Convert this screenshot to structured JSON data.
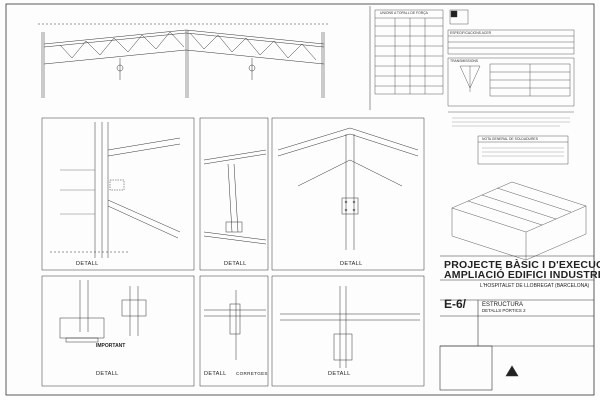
{
  "sheet": {
    "main_title": "PROJECTE BÀSIC I D'EXECUCIÓ",
    "subtitle": "AMPLIACIÓ EDIFICI INDUSTRIAL",
    "location": "L'HOSPITALET DE LLOBREGAT (BARCELONA)",
    "discipline": "ESTRUCTURA",
    "drawing_title": "DETALLS PÒRTICS 2",
    "sheet_number": "E-6/"
  },
  "tables": {
    "load_table_title": "UNIONS A TOPALL DE FORÇA",
    "steel_table_title": "ESPECIFICACIONS ACER",
    "bolts_table_title": "TRANSMISSIONS",
    "welding_note_title": "NOTA GENERAL DE SOLDADURES"
  },
  "details": {
    "d1": "DETALL",
    "d2": "DETALL",
    "d3": "DETALL",
    "d4": "DETALL",
    "d5": "DETALL",
    "d6": "DETALL",
    "d7": "CORRETGES"
  },
  "notes": {
    "important_title": "IMPORTANT"
  }
}
